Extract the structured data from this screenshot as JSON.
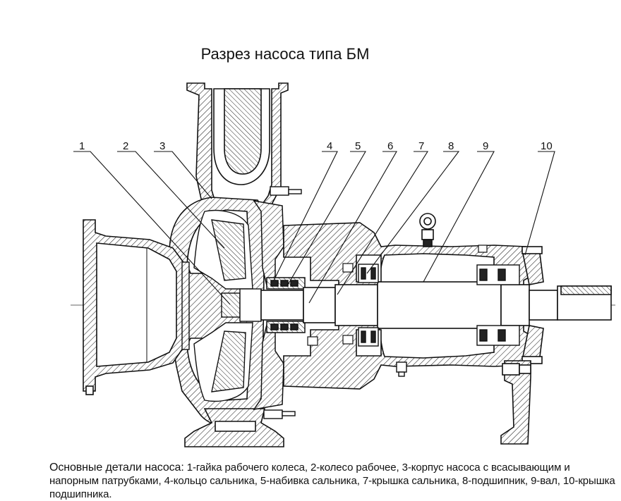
{
  "title": "Разрез насоса типа БМ",
  "callouts": [
    "1",
    "2",
    "3",
    "4",
    "5",
    "6",
    "7",
    "8",
    "9",
    "10"
  ],
  "caption": {
    "lead": "Основные детали насоса:",
    "text": " 1-гайка рабочего колеса, 2-колесо рабочее, 3-корпус насоса с всасывающим и напорным патрубками, 4-кольцо сальника, 5-набивка сальника, 7-крышка сальника, 8-подшипник, 9-вал, 10-крышка подшипника."
  },
  "colors": {
    "ink": "#111111",
    "hatch": "#222222",
    "fill": "#bdbdbd",
    "paper": "#ffffff"
  }
}
